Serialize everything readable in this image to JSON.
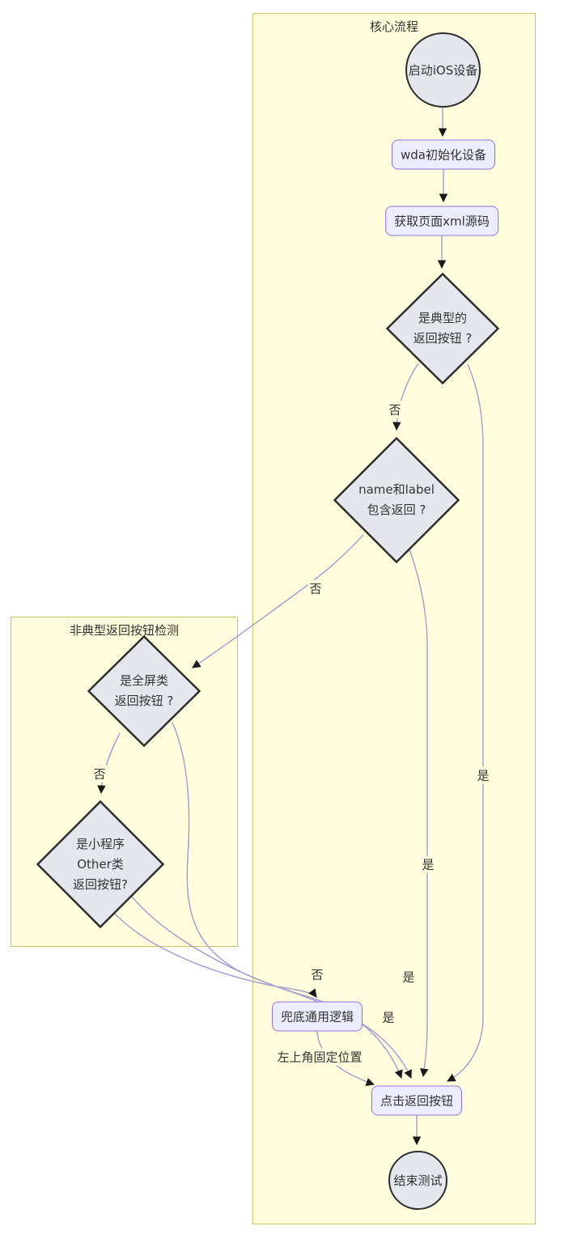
{
  "diagram": {
    "type": "flowchart",
    "clusters": {
      "core": {
        "title": "核心流程"
      },
      "atypical": {
        "title": "非典型返回按钮检测"
      }
    },
    "nodes": {
      "start": {
        "shape": "circle",
        "label": "启动iOS设备"
      },
      "wda_init": {
        "shape": "rect",
        "label": "wda初始化设备"
      },
      "get_xml": {
        "shape": "rect",
        "label": "获取页面xml源码"
      },
      "is_typical": {
        "shape": "diamond",
        "lines": [
          "是典型的",
          "返回按钮 ?"
        ]
      },
      "name_label": {
        "shape": "diamond",
        "lines": [
          "name和label",
          "包含返回 ?"
        ]
      },
      "fullscreen": {
        "shape": "diamond",
        "lines": [
          "是全屏类",
          "返回按钮 ?"
        ]
      },
      "miniprogram": {
        "shape": "diamond",
        "lines": [
          "是小程序",
          "Other类",
          "返回按钮?"
        ]
      },
      "fallback": {
        "shape": "rect",
        "label": "兜底通用逻辑"
      },
      "click_back": {
        "shape": "rect",
        "label": "点击返回按钮"
      },
      "end": {
        "shape": "circle",
        "label": "结束测试"
      }
    },
    "edges": [
      {
        "from": "启动iOS设备",
        "to": "wda初始化设备",
        "label": ""
      },
      {
        "from": "wda初始化设备",
        "to": "获取页面xml源码",
        "label": ""
      },
      {
        "from": "获取页面xml源码",
        "to": "是典型的返回按钮 ?",
        "label": ""
      },
      {
        "from": "是典型的返回按钮 ?",
        "to": "name和label包含返回 ?",
        "label": "否"
      },
      {
        "from": "是典型的返回按钮 ?",
        "to": "点击返回按钮",
        "label": "是"
      },
      {
        "from": "name和label包含返回 ?",
        "to": "是全屏类返回按钮 ?",
        "label": "否"
      },
      {
        "from": "name和label包含返回 ?",
        "to": "点击返回按钮",
        "label": "是"
      },
      {
        "from": "是全屏类返回按钮 ?",
        "to": "是小程序Other类返回按钮?",
        "label": "否"
      },
      {
        "from": "是全屏类返回按钮 ?",
        "to": "点击返回按钮",
        "label": "是"
      },
      {
        "from": "是小程序Other类返回按钮?",
        "to": "点击返回按钮",
        "label": "是"
      },
      {
        "from": "是小程序Other类返回按钮?",
        "to": "兜底通用逻辑",
        "label": "否"
      },
      {
        "from": "兜底通用逻辑",
        "to": "点击返回按钮",
        "label": "左上角固定位置"
      },
      {
        "from": "点击返回按钮",
        "to": "结束测试",
        "label": ""
      }
    ],
    "colors": {
      "cluster_fill": "#ffffde",
      "cluster_border": "#c5c56a",
      "rect_fill": "#ececff",
      "rect_border": "#9370db",
      "shape_fill": "#e4e8ec",
      "shape_border": "#2e2e2e",
      "edge_stroke": "#a79fd0",
      "arrow_fill": "#1a1a1a",
      "text": "#333333"
    }
  }
}
